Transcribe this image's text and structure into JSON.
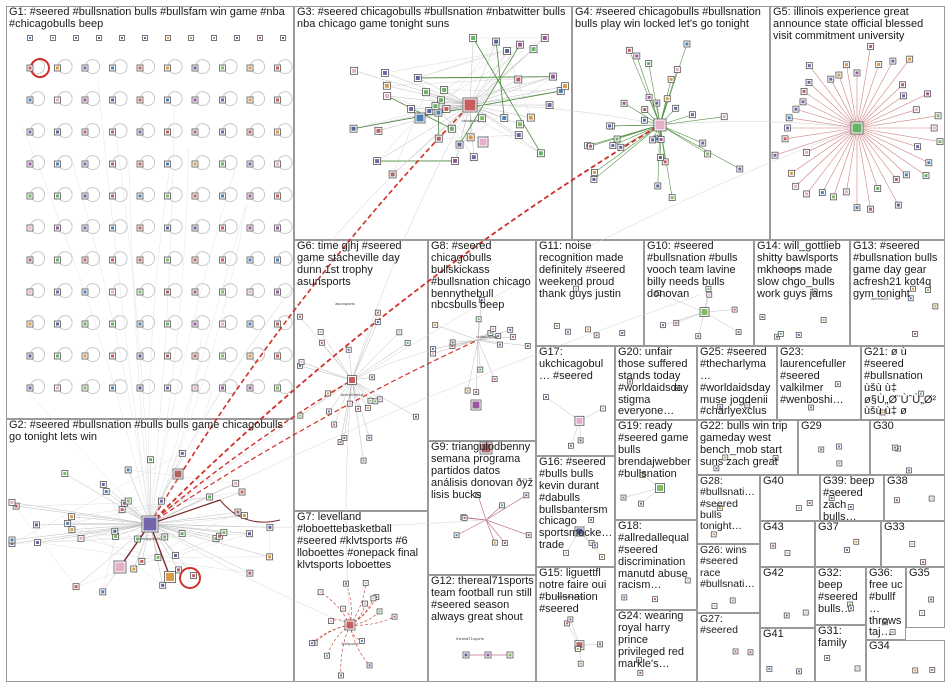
{
  "groups": [
    {
      "id": "G1",
      "label": "G1: #seered #bullsnation bulls #bullsfam win game #nba #chicagobulls beep"
    },
    {
      "id": "G2",
      "label": "G2: #seered #bullsnation #bulls bulls game chicagobulls go tonight lets win"
    },
    {
      "id": "G3",
      "label": "G3: #seered chicagobulls #bullsnation #nbatwitter bulls nba chicago game tonight suns"
    },
    {
      "id": "G4",
      "label": "G4: #seered chicagobulls #bullsnation bulls play win locked let's go tonight"
    },
    {
      "id": "G5",
      "label": "G5: illinois experience great announce state official blessed visit commitment university"
    },
    {
      "id": "G6",
      "label": "G6: time gjhj #seered game stacheville day dunn 1st trophy asunsports"
    },
    {
      "id": "G7",
      "label": "G7: levelland #loboettebasketball #seered #klvtsports #6 lloboettes #onepack final klvtsports loboettes"
    },
    {
      "id": "G8",
      "label": "G8: #seered chicagobulls bullskickass #bullsnation chicago bennythebull nbcsbulls beep"
    },
    {
      "id": "G9",
      "label": "G9: triangulodbenny semana programa partidos datos análisis donovan ðÿž lisis bucks"
    },
    {
      "id": "G10",
      "label": "G10: #seered #bullsnation #bulls vooch team lavine billy needs bulls donovan"
    },
    {
      "id": "G11",
      "label": "G11: noise recognition made definitely #seered weekend proud thank guys justin"
    },
    {
      "id": "G12",
      "label": "G12: thereal71sports team football run still #seered season always great shout"
    },
    {
      "id": "G13",
      "label": "G13: #seered #bullsnation bulls game day gear acfresh21 kot4q gym tonight"
    },
    {
      "id": "G14",
      "label": "G14: will_gottlieb shitty bawlsports mkhoops made slow chgo_bulls work guys jams"
    },
    {
      "id": "G15",
      "label": "G15: liguettfl notre faire oui #bullsnation #seered"
    },
    {
      "id": "G16",
      "label": "G16: #seered #bulls bulls kevin durant #dabulls bullsbantersm chicago sportsmocke… trade"
    },
    {
      "id": "G17",
      "label": "G17: ukchicagobul… #seered"
    },
    {
      "id": "G18",
      "label": "G18: #allredallequal #seered discrimination manutd abuse racism…"
    },
    {
      "id": "G19",
      "label": "G19: ready #seered game bulls brendajwebber #bullsnation"
    },
    {
      "id": "G20",
      "label": "G20: unfair those suffered stands today #worldaidsday stigma everyone…"
    },
    {
      "id": "G21",
      "label": "G21: ø ù #seered #bullsnation ùšù ù‡ ø§Ù„Ø¨ÙˆÙ„Ø² ùšù ù‡ ø"
    },
    {
      "id": "G22",
      "label": "G22: bulls win trip gameday west bench_mob start suns zach great"
    },
    {
      "id": "G23",
      "label": "G23: laurencefuller #seered valkilmer #wenboshi…"
    },
    {
      "id": "G24",
      "label": "G24: wearing royal harry prince privileged red markle's…"
    },
    {
      "id": "G25",
      "label": "G25: #seered #thecharlyma… #worldaidsday muse jogdenii #charlyexclus…"
    },
    {
      "id": "G26",
      "label": "G26: wins #seered race #bullsnati…"
    },
    {
      "id": "G27",
      "label": "G27: #seered"
    },
    {
      "id": "G28",
      "label": "G28: #bullsnati… #seered bulls tonight…"
    },
    {
      "id": "G29",
      "label": "G29"
    },
    {
      "id": "G30",
      "label": "G30"
    },
    {
      "id": "G31",
      "label": "G31: family"
    },
    {
      "id": "G32",
      "label": "G32: beep #seered bulls…"
    },
    {
      "id": "G33",
      "label": "G33"
    },
    {
      "id": "G34",
      "label": "G34"
    },
    {
      "id": "G35",
      "label": "G35"
    },
    {
      "id": "G36",
      "label": "G36: free uc #bullf… throws taj…"
    },
    {
      "id": "G37",
      "label": "G37"
    },
    {
      "id": "G38",
      "label": "G38"
    },
    {
      "id": "G39",
      "label": "G39: beep #seered zach bulls…"
    },
    {
      "id": "G40",
      "label": "G40"
    },
    {
      "id": "G41",
      "label": "G41"
    },
    {
      "id": "G42",
      "label": "G42"
    },
    {
      "id": "G43",
      "label": "G43"
    }
  ],
  "node_labels": [
    "chicagobulls",
    "nbcsbulls",
    "bullskickass",
    "sportsmockery",
    "thereal71sports",
    "bennythebull",
    "will_gottlieb",
    "acfresh21",
    "asunsports",
    "klvtsports"
  ],
  "colors": {
    "box_border": "#9a9a9a",
    "edge": "#c9c9c9",
    "edge_red": "#d0302a",
    "edge_maroon": "#7a2a2a",
    "edge_green": "#4a8a3a",
    "node_border": "#555555",
    "node_accent": [
      "#3a4a8a",
      "#5b4a9a",
      "#2a6aaa",
      "#4aa84a",
      "#c04040",
      "#d08a2a",
      "#8a3a8a",
      "#e0a0c0",
      "#6ab04a",
      "#a04a4a"
    ]
  }
}
